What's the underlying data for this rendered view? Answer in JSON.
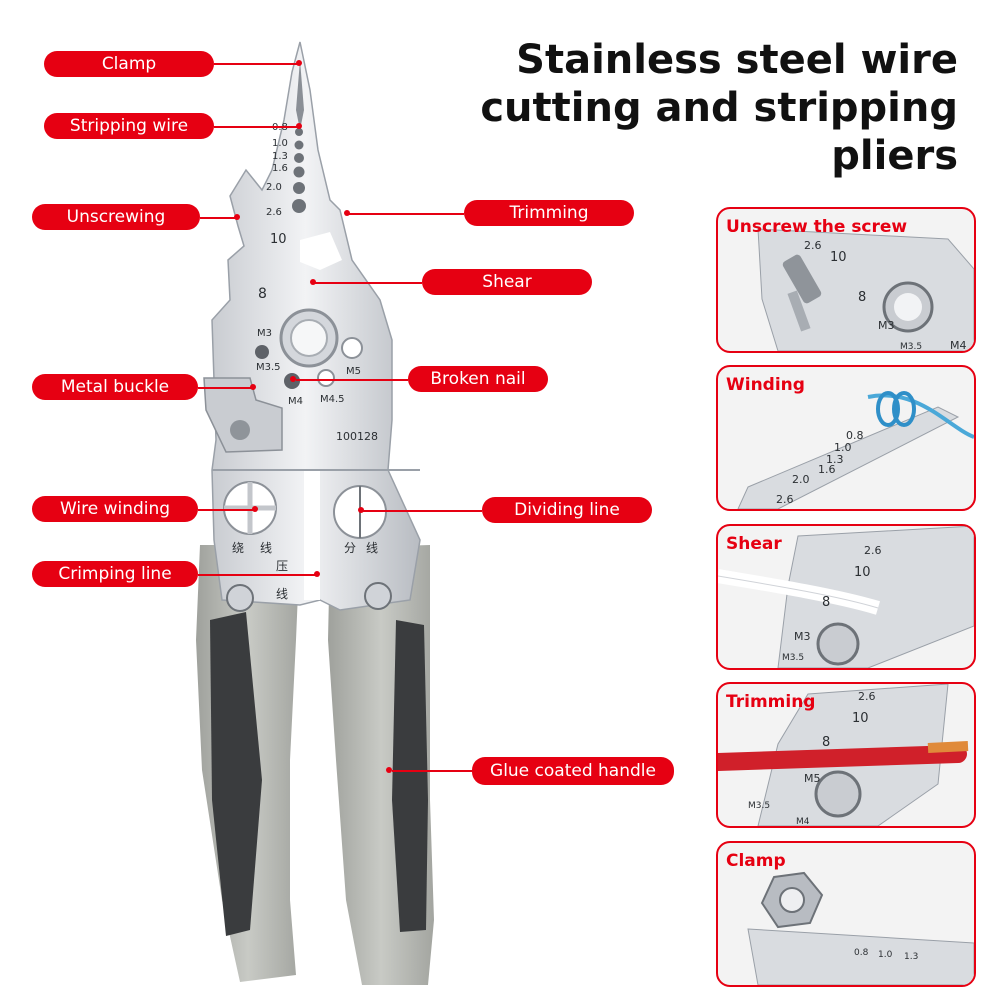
{
  "title": {
    "line1": "Stainless steel wire",
    "line2": "cutting and stripping",
    "line3": "pliers"
  },
  "callouts": {
    "clamp": "Clamp",
    "stripping_wire": "Stripping wire",
    "unscrewing": "Unscrewing",
    "trimming": "Trimming",
    "shear": "Shear",
    "metal_buckle": "Metal buckle",
    "broken_nail": "Broken nail",
    "wire_winding": "Wire winding",
    "dividing_line": "Dividing line",
    "crimping_line": "Crimping line",
    "glue_coated_handle": "Glue coated handle"
  },
  "tool_markings": {
    "gauge_08": "0.8",
    "gauge_10": "1.0",
    "gauge_13": "1.3",
    "gauge_16": "1.6",
    "gauge_20": "2.0",
    "gauge_26": "2.6",
    "size_10": "10",
    "size_8": "8",
    "m3": "M3",
    "m35": "M3.5",
    "m4": "M4",
    "m45": "M4.5",
    "m5": "M5",
    "model": "100128",
    "cn_rao": "绕",
    "cn_xian1": "线",
    "cn_ya": "压",
    "cn_xian2": "线",
    "cn_fen": "分",
    "cn_xian3": "线"
  },
  "panels": [
    {
      "label": "Unscrew the screw",
      "marks": [
        "2.6",
        "10",
        "8",
        "M3",
        "M3.5",
        "M4"
      ]
    },
    {
      "label": "Winding",
      "marks": [
        "0.8",
        "1.0",
        "1.3",
        "1.6",
        "2.0",
        "2.6"
      ]
    },
    {
      "label": "Shear",
      "marks": [
        "2.6",
        "10",
        "8",
        "M3",
        "M3.5"
      ]
    },
    {
      "label": "Trimming",
      "marks": [
        "2.6",
        "10",
        "8",
        "M5",
        "M3.5",
        "M4"
      ]
    },
    {
      "label": "Clamp",
      "marks": [
        "0.8",
        "1.0",
        "1.3"
      ]
    }
  ],
  "colors": {
    "accent": "#e60012",
    "steel": "#dfe2e6",
    "handle_grey": "#b9bbb6",
    "handle_dark": "#3a3c3e"
  }
}
